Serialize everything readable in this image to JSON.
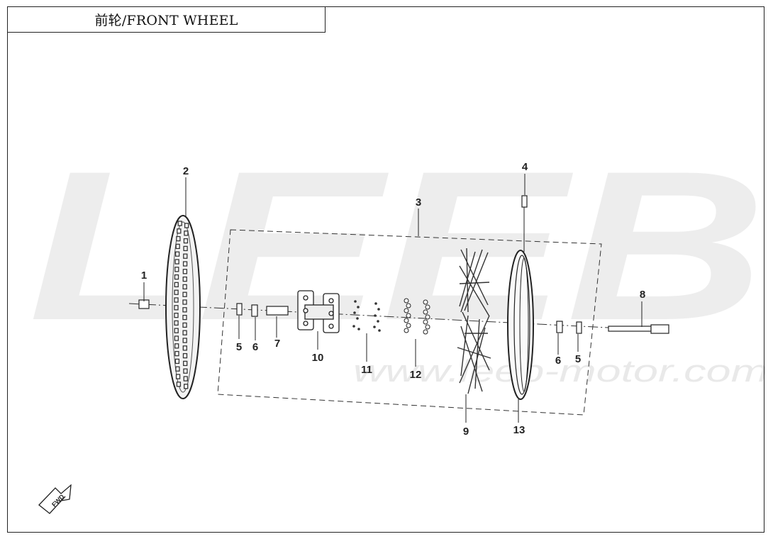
{
  "title": "前轮/FRONT WHEEL",
  "watermark": {
    "logo": "LEEB",
    "url": "www.leeb-motor.com"
  },
  "fwd_label": "FWD",
  "callouts": [
    "1",
    "2",
    "3",
    "4",
    "5",
    "6",
    "7",
    "8",
    "9",
    "10",
    "11",
    "12",
    "13",
    "6",
    "5"
  ],
  "colors": {
    "line": "#222222",
    "watermark": "#ececec"
  }
}
